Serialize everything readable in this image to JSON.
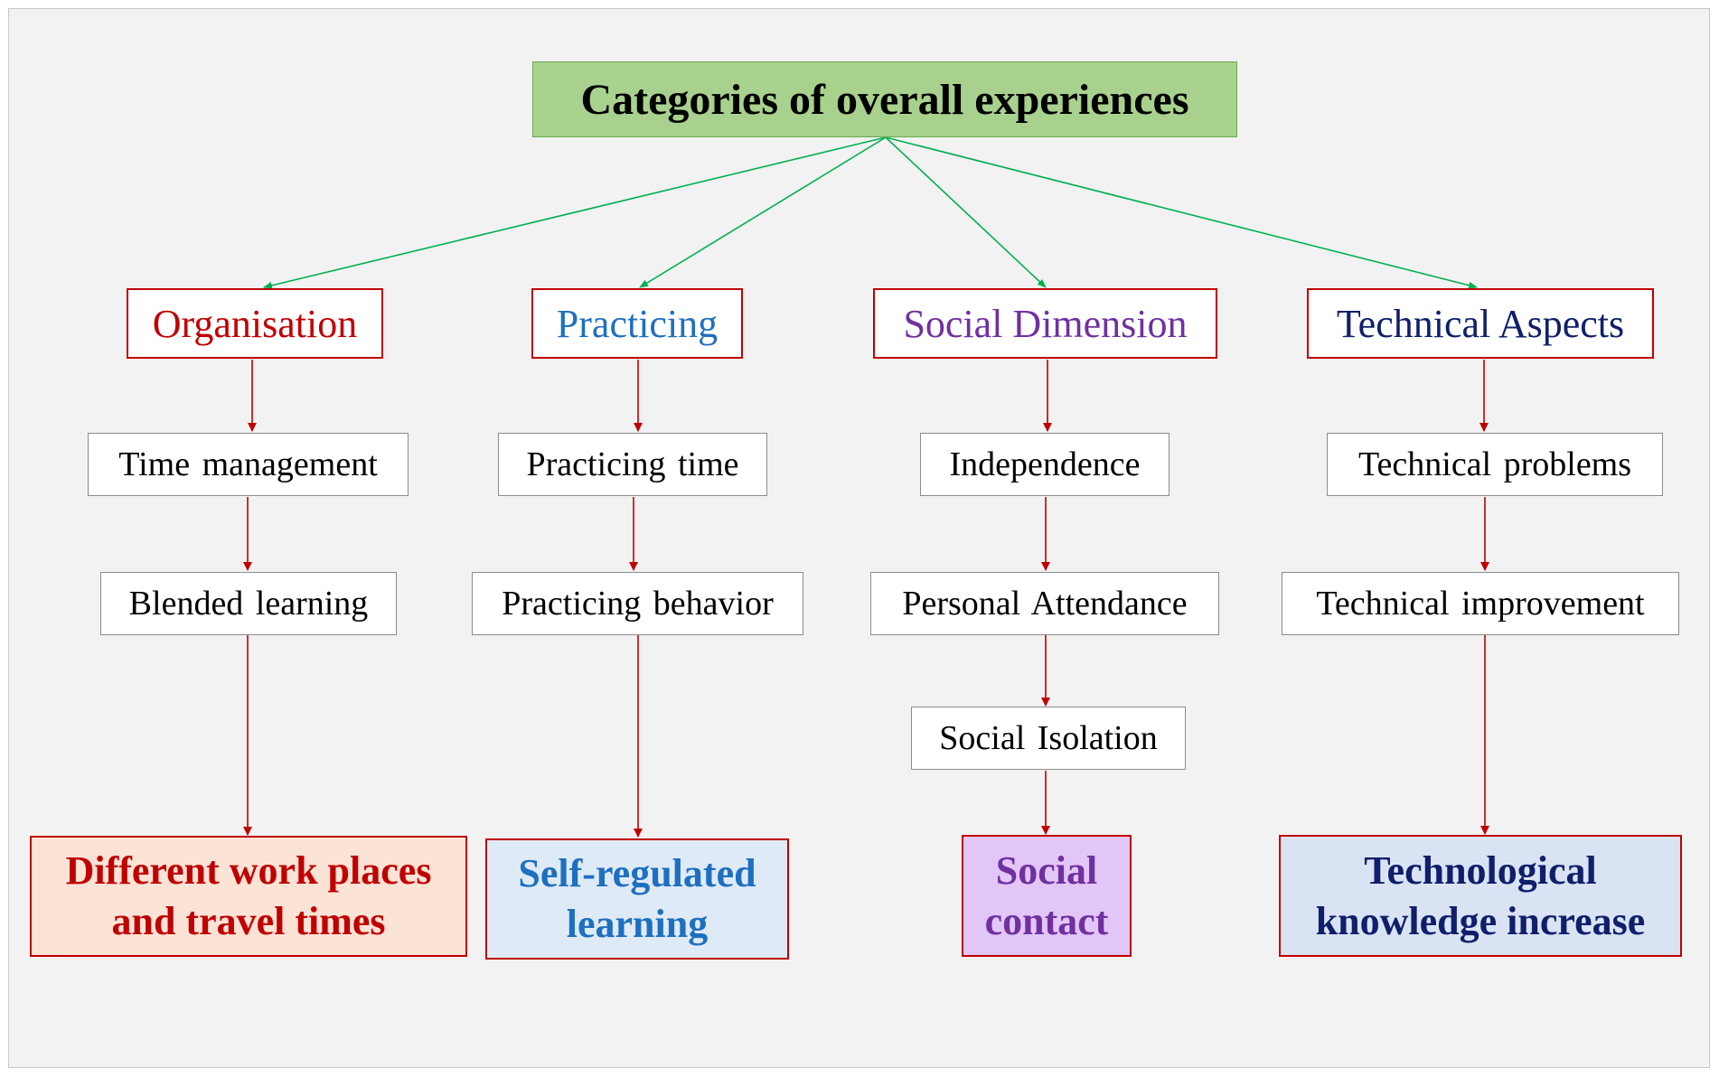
{
  "root": {
    "label": "Categories of overall experiences",
    "color": "#a9d18e"
  },
  "colors": {
    "arrow_top": "#00b050",
    "arrow_down": "#c00000",
    "box_border": "#c00000"
  },
  "columns": [
    {
      "category": {
        "label": "Organisation",
        "text_color": "#c00000"
      },
      "steps": [
        "Time management",
        "Blended learning"
      ],
      "outcome": {
        "line1": "Different work places",
        "line2": "and travel times",
        "text_color": "#c00000",
        "fill": "#fbe3d6"
      }
    },
    {
      "category": {
        "label": "Practicing",
        "text_color": "#1f6fc0"
      },
      "steps": [
        "Practicing time",
        "Practicing behavior"
      ],
      "outcome": {
        "line1": "Self-regulated",
        "line2": "learning",
        "text_color": "#1f6fc0",
        "fill": "#deebf7"
      }
    },
    {
      "category": {
        "label": "Social Dimension",
        "text_color": "#7030a0"
      },
      "steps": [
        "Independence",
        "Personal Attendance",
        "Social Isolation"
      ],
      "outcome": {
        "line1": "Social",
        "line2": "contact",
        "text_color": "#7030a0",
        "fill": "#e2c6f7"
      }
    },
    {
      "category": {
        "label": "Technical Aspects",
        "text_color": "#0f1f6b"
      },
      "steps": [
        "Technical problems",
        "Technical improvement"
      ],
      "outcome": {
        "line1": "Technological",
        "line2": "knowledge increase",
        "text_color": "#0f1f6b",
        "fill": "#dae3f3"
      }
    }
  ]
}
